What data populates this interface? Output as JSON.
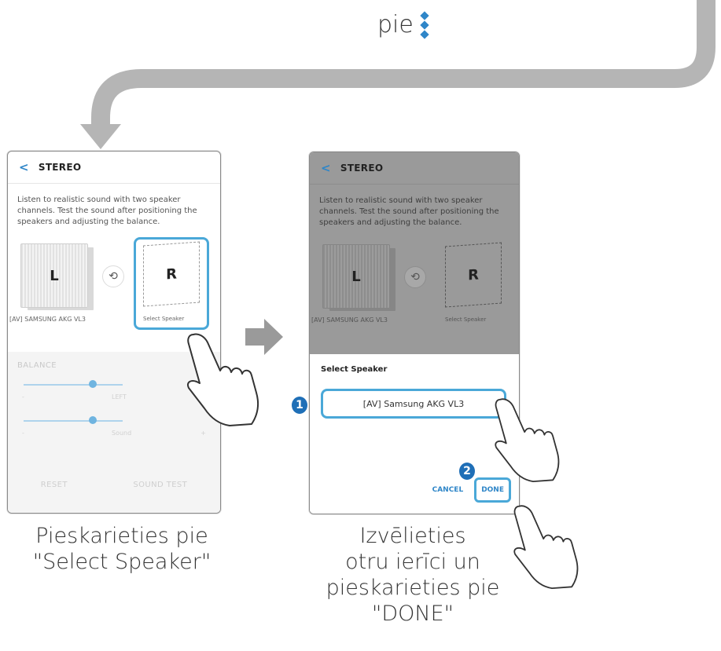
{
  "top_caption": {
    "text": "pie"
  },
  "screen1": {
    "header_title": "STEREO",
    "description": "Listen to realistic sound with two speaker channels. Test the sound after positioning the speakers and adjusting the balance.",
    "left_speaker_letter": "L",
    "right_speaker_letter": "R",
    "left_speaker_name": "[AV] SAMSUNG AKG VL3",
    "right_speaker_name": "Select Speaker",
    "balance_title": "BALANCE",
    "slider1": {
      "minus": "-",
      "label": "LEFT",
      "plus": "+",
      "value_pct": 70
    },
    "slider2": {
      "minus": "-",
      "label": "Sound",
      "plus": "+",
      "value_pct": 70
    },
    "reset_label": "RESET",
    "sound_test_label": "SOUND TEST"
  },
  "screen2": {
    "header_title": "STEREO",
    "description": "Listen to realistic sound with two speaker channels. Test the sound after positioning the speakers and adjusting the balance.",
    "left_speaker_letter": "L",
    "right_speaker_letter": "R",
    "left_speaker_name": "[AV] SAMSUNG AKG VL3",
    "right_speaker_name": "Select Speaker",
    "dialog_title": "Select Speaker",
    "device_option": "[AV] Samsung AKG VL3",
    "cancel_label": "CANCEL",
    "done_label": "DONE"
  },
  "badges": {
    "step1": "1",
    "step2": "2"
  },
  "captions": {
    "left": [
      "Pieskarieties pie",
      "\"Select Speaker\""
    ],
    "right": [
      "Izvēlieties",
      "otru ierīci un",
      "pieskarieties pie",
      "\"DONE\""
    ]
  },
  "colors": {
    "accent": "#4aa8d8",
    "badge": "#1f6fb7",
    "arrow": "#b5b5b5"
  }
}
